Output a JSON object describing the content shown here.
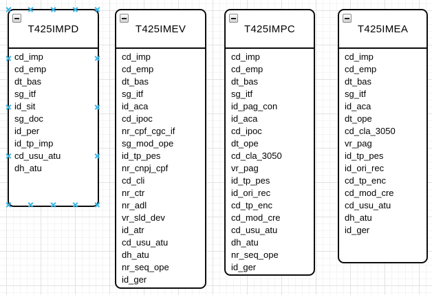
{
  "diagram": {
    "selection_color": "#38b6e9",
    "tables": [
      {
        "title": "T425IMPD",
        "selected": true,
        "collapse_icon": "minus",
        "fields": [
          "cd_imp",
          "cd_emp",
          "dt_bas",
          "sg_itf",
          "id_sit",
          "sg_doc",
          "id_per",
          "id_tp_imp",
          "cd_usu_atu",
          "dh_atu"
        ]
      },
      {
        "title": "T425IMEV",
        "selected": false,
        "collapse_icon": "minus",
        "fields": [
          "cd_imp",
          "cd_emp",
          "dt_bas",
          "sg_itf",
          "id_aca",
          "cd_ipoc",
          "nr_cpf_cgc_if",
          "sg_mod_ope",
          "id_tp_pes",
          "nr_cnpj_cpf",
          "cd_cli",
          "nr_ctr",
          "nr_adl",
          "vr_sld_dev",
          "id_atr",
          "cd_usu_atu",
          "dh_atu",
          "nr_seq_ope",
          "id_ger"
        ]
      },
      {
        "title": "T425IMPC",
        "selected": false,
        "collapse_icon": "minus",
        "fields": [
          "cd_imp",
          "cd_emp",
          "dt_bas",
          "sg_itf",
          "id_pag_con",
          "id_aca",
          "cd_ipoc",
          "dt_ope",
          "cd_cla_3050",
          "vr_pag",
          "id_tp_pes",
          "id_ori_rec",
          "cd_tp_enc",
          "cd_mod_cre",
          "cd_usu_atu",
          "dh_atu",
          "nr_seq_ope",
          "id_ger"
        ]
      },
      {
        "title": "T425IMEA",
        "selected": false,
        "collapse_icon": "minus",
        "fields": [
          "cd_imp",
          "cd_emp",
          "dt_bas",
          "sg_itf",
          "id_aca",
          "dt_ope",
          "cd_cla_3050",
          "vr_pag",
          "id_tp_pes",
          "id_ori_rec",
          "cd_tp_enc",
          "cd_mod_cre",
          "cd_usu_atu",
          "dh_atu",
          "id_ger"
        ]
      }
    ]
  }
}
